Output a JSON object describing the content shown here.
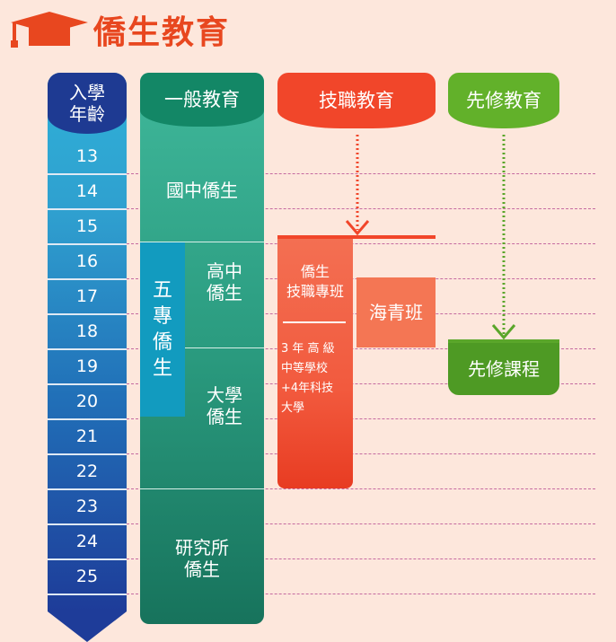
{
  "title": "僑生教育",
  "icon": "graduation-cap-icon",
  "colors": {
    "title": "#e8471f",
    "general": "#1f9a7b",
    "vocational": "#f1462a",
    "advanced": "#5aa62a",
    "age": "#1e3c99"
  },
  "age_column": {
    "header_line1": "入學",
    "header_line2": "年齡",
    "ages": [
      "13",
      "14",
      "15",
      "16",
      "17",
      "18",
      "19",
      "20",
      "21",
      "22",
      "23",
      "24",
      "25"
    ]
  },
  "general": {
    "header": "一般教育",
    "junior": "國中僑生",
    "senior_line1": "高中",
    "senior_line2": "僑生",
    "five_year": [
      "五",
      "專",
      "僑",
      "生"
    ],
    "univ_line1": "大學",
    "univ_line2": "僑生",
    "grad_line1": "研究所",
    "grad_line2": "僑生"
  },
  "vocational": {
    "header": "技職教育",
    "title_line1": "僑生",
    "title_line2": "技職專班",
    "desc_line1": "3 年 高 級",
    "desc_line2": "中等學校",
    "desc_line3": "+4年科技",
    "desc_line4": "大學",
    "haiqing": "海青班"
  },
  "advanced": {
    "header": "先修教育",
    "course": "先修課程"
  }
}
